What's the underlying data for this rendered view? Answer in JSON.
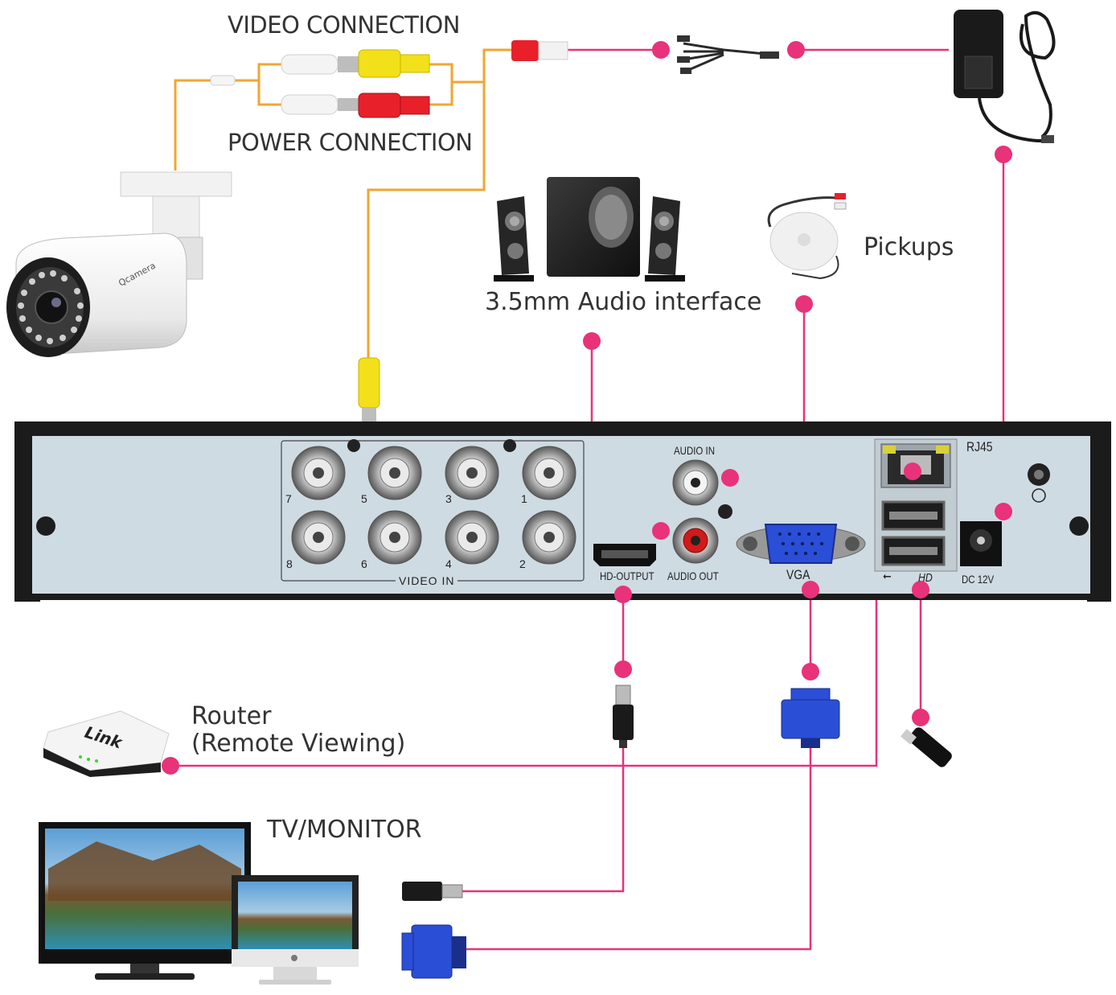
{
  "labels": {
    "video_connection": "VIDEO CONNECTION",
    "power_connection": "POWER CONNECTION",
    "audio_interface": "3.5mm Audio interface",
    "pickups": "Pickups",
    "router_line1": "Router",
    "router_line2": "(Remote Viewing)",
    "tv_monitor": "TV/MONITOR"
  },
  "camera": {
    "brand": "Qcamera"
  },
  "router": {
    "brand": "Link"
  },
  "dvr_panel": {
    "video_in_label": "VIDEO IN",
    "bnc_top_numbers": [
      "7",
      "5",
      "3",
      "1"
    ],
    "bnc_bottom_numbers": [
      "8",
      "6",
      "4",
      "2"
    ],
    "audio_in": "AUDIO IN",
    "audio_out": "AUDIO OUT",
    "hd_output": "HD-OUTPUT",
    "vga": "VGA",
    "rj45": "RJ45",
    "dc": "DC 12V",
    "usb_symbol": "⭠",
    "hd_symbol": "HD"
  },
  "colors": {
    "pink_line": "#e8327a",
    "orange_line": "#f2a531",
    "panel_face": "#cfdbe3",
    "panel_frame": "#1b1b1b"
  }
}
